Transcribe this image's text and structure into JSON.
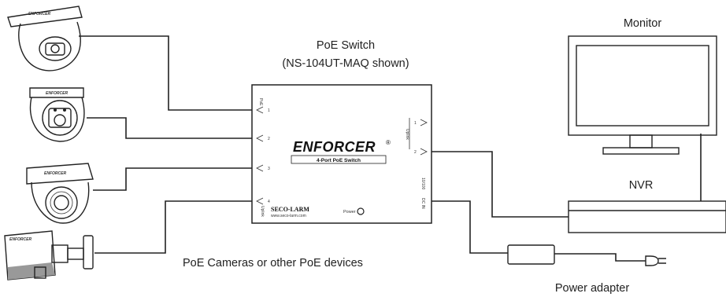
{
  "labels": {
    "switch_title": "PoE Switch",
    "switch_subtitle": "(NS-104UT-MAQ shown)",
    "monitor": "Monitor",
    "nvr": "NVR",
    "cameras": "PoE Cameras or other PoE devices",
    "power_adapter": "Power adapter"
  },
  "switch_panel": {
    "brand": "ENFORCER",
    "registered": "®",
    "model_badge": "4-Port PoE Switch",
    "maker": "SECO-LARM",
    "maker_url": "www.seco-larm.com",
    "power_label": "Power",
    "poe_label": "PoE",
    "port_numbers": [
      "1",
      "2",
      "3",
      "4"
    ],
    "uplink_numbers": [
      "1",
      "2"
    ],
    "uplink_label": "Uplink",
    "ports_label": "Uplink",
    "dc_label": "DC IN",
    "io_label": "10/100"
  },
  "camera_brand": "ENFORCER"
}
